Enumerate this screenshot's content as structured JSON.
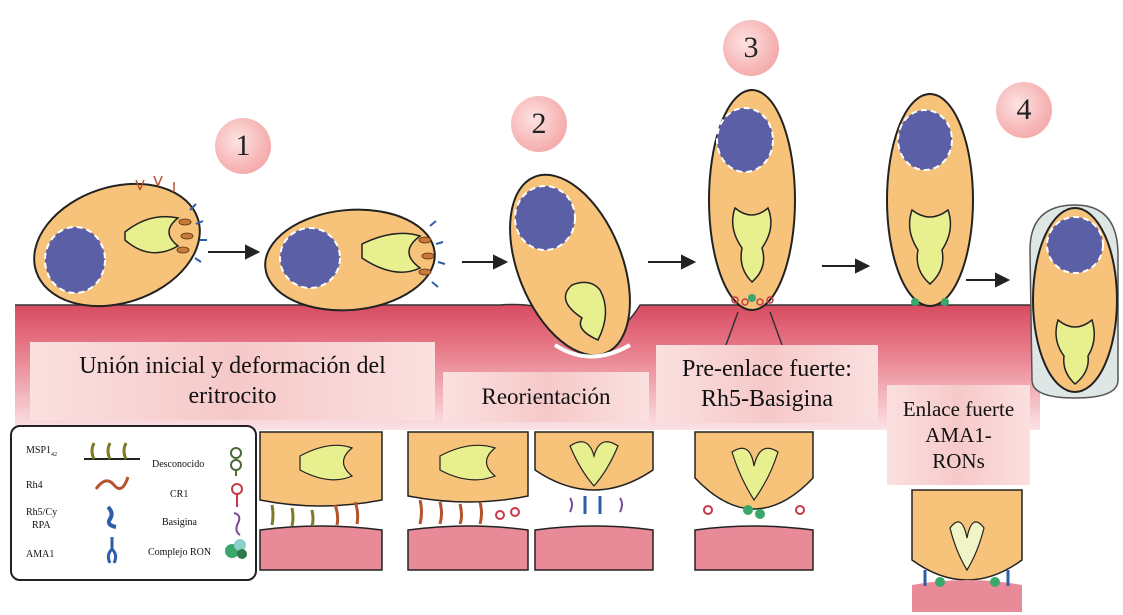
{
  "stages": [
    "1",
    "2",
    "3",
    "4"
  ],
  "captions": {
    "initial": "Unión inicial  y deformación del eritrocito",
    "reorientation": "Reorientación",
    "preenlace_line1": "Pre-enlace fuerte:",
    "preenlace_line2": "Rh5-Basigina",
    "enlace_line1": "Enlace fuerte",
    "enlace_line2": "AMA1-",
    "enlace_line3": "RONs"
  },
  "legend": {
    "msp1": "MSP1",
    "msp1_sub": "42",
    "rh4": "Rh4",
    "rh5_line1": "Rh5/Cy",
    "rh5_line2": "RPA",
    "ama1": "AMA1",
    "desconocido": "Desconocido",
    "cr1": "CR1",
    "basigina": "Basigina",
    "complejo": "Complejo RON"
  },
  "colors": {
    "parasite": "#f7c37a",
    "nucleus": "#5b5fa6",
    "rhoptry": "#e8ef8f",
    "erythrocyte": "#d9556a",
    "badge": "#f7b7b7",
    "rh4": "#b5532f",
    "ama1": "#2e5fa6",
    "msp1": "#7d7a2a",
    "cr1": "#c73a4a",
    "basigina": "#7d4a9a",
    "ron": "#3aa86a"
  }
}
